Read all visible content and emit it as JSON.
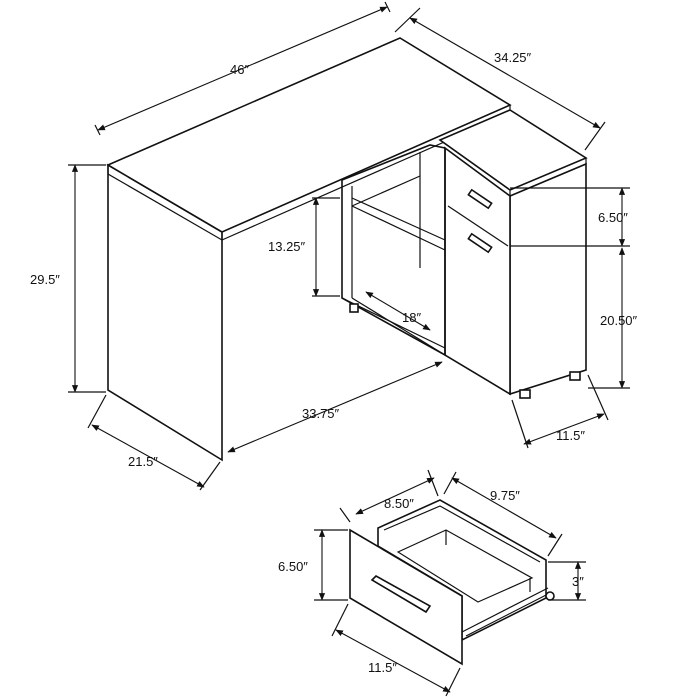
{
  "desk": {
    "width_top": "46″",
    "depth_return": "34.25″",
    "height": "29.5″",
    "side_depth": "21.5″",
    "front_width": "33.75″",
    "shelf_height": "13.25″",
    "shelf_depth": "18″",
    "drawer_height": "6.50″",
    "cabinet_height": "20.50″",
    "cabinet_depth": "11.5″"
  },
  "drawer": {
    "inner_width": "8.50″",
    "inner_depth": "9.75″",
    "front_height": "6.50″",
    "inner_height": "3″",
    "front_width": "11.5″"
  }
}
